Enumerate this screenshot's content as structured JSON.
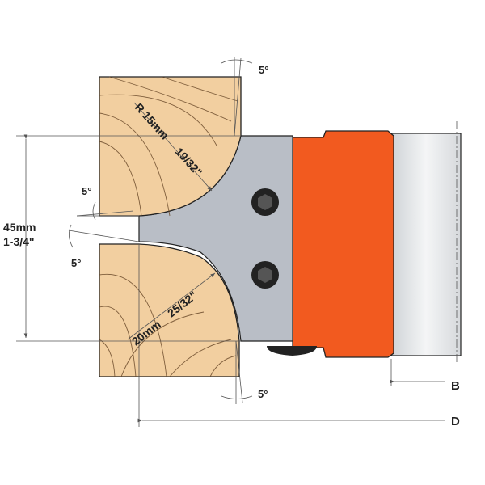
{
  "labels": {
    "angle_top": "5°",
    "angle_left_upper": "5°",
    "angle_left_lower": "5°",
    "angle_bottom": "5°",
    "height_mm": "45mm",
    "height_in": "1-3/4\"",
    "radius_top_mm": "R 15mm",
    "radius_top_in": "19/32\"",
    "radius_bottom_mm": "20mm",
    "radius_bottom_in": "25/32\"",
    "dim_b": "B",
    "dim_d": "D"
  },
  "colors": {
    "wood": "#f2cfa0",
    "wood_grain": "#6b4a2a",
    "knife": "#b9bec6",
    "head": "#f25a1f",
    "arbor": "#e4e7ea",
    "outline": "#222222",
    "screw": "#222222"
  }
}
